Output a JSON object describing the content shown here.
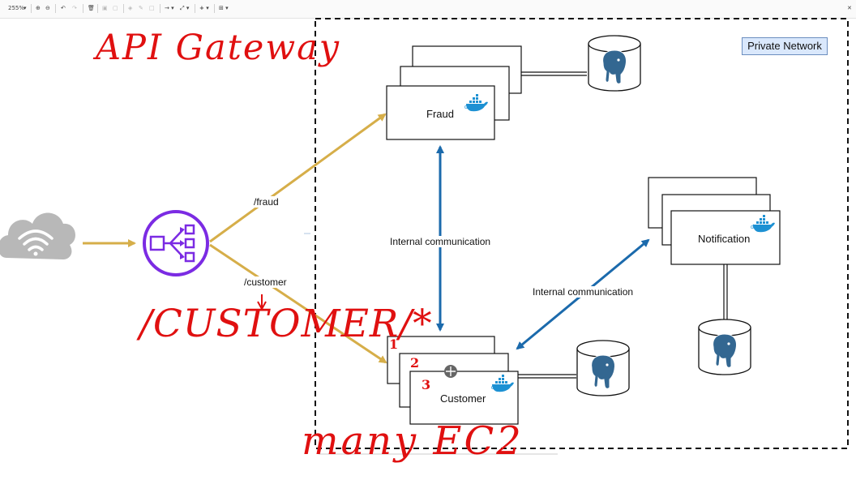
{
  "toolbar": {
    "zoom": "255%",
    "zoom_in_icon": "zoom-in-icon",
    "zoom_out_icon": "zoom-out-icon",
    "undo_icon": "undo-icon",
    "redo_icon": "redo-icon",
    "delete_icon": "trash-icon",
    "close_icon": "close-icon"
  },
  "diagram": {
    "private_network": "Private Network",
    "services": {
      "fraud": "Fraud",
      "customer": "Customer",
      "notification": "Notification"
    },
    "docker_label": "docker",
    "edges": {
      "fraud_route": "/fraud",
      "customer_route": "/customer",
      "internal_1": "Internal communication",
      "internal_2": "Internal communication"
    },
    "icons": {
      "client": "cloud-wifi-icon",
      "gateway": "load-balancer-icon",
      "database": "postgresql-database-icon",
      "container": "docker-icon"
    }
  },
  "annotations": {
    "api_gateway": "API Gateway",
    "customer_path": "/CUSTOMER/*",
    "many_ec2": "many EC2",
    "num_1": "1",
    "num_2": "2",
    "num_3": "3"
  },
  "colors": {
    "gateway_arrow": "#d6ae49",
    "internal_arrow": "#1b6aac",
    "gateway_purple": "#7b2be3",
    "handwriting_red": "#e01010",
    "private_network_fill": "#dae8fc",
    "cloud_gray": "#b8b8b8",
    "docker_blue": "#1d91d3"
  }
}
